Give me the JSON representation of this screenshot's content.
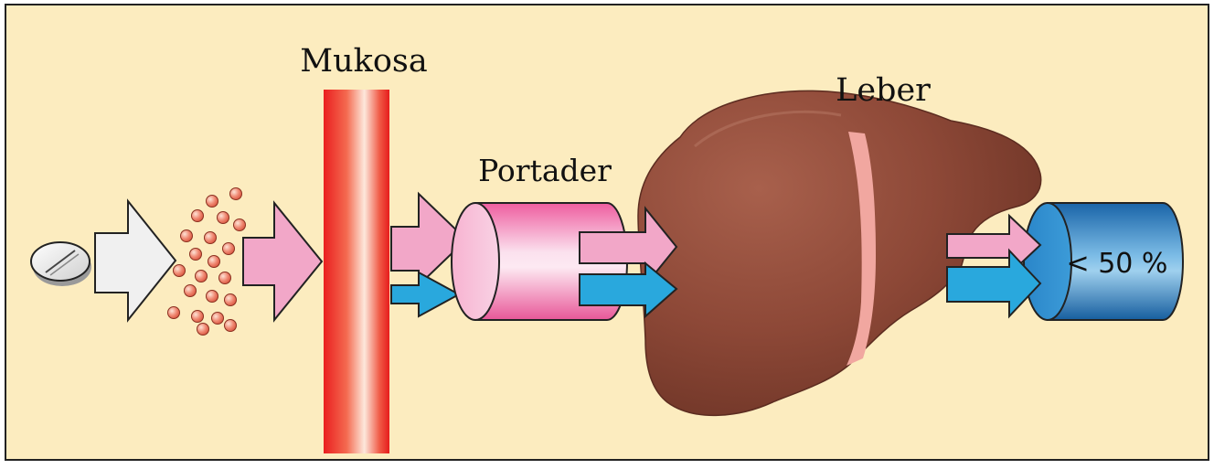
{
  "labels": {
    "mukosa": "Mukosa",
    "portader": "Portader",
    "leber": "Leber",
    "fraction": "< 50 %"
  },
  "colors": {
    "background": "#fcecbf",
    "frame": "#222222",
    "tablet": "#f2f2f2",
    "particles": "#e8735f",
    "pink_arrow": "#f2a7c8",
    "blue_arrow": "#29a8dd",
    "mucosa_red": "#ee2a24",
    "portal_vein_pink": "#ee6aa6",
    "liver_brown": "#8f4a3a",
    "liver_ligament": "#f1a7a0",
    "systemic_blue": "#1f73b7"
  },
  "icons": {
    "tablet": "tablet-icon",
    "particles": "dissolved-particles",
    "liver": "liver-illustration"
  }
}
